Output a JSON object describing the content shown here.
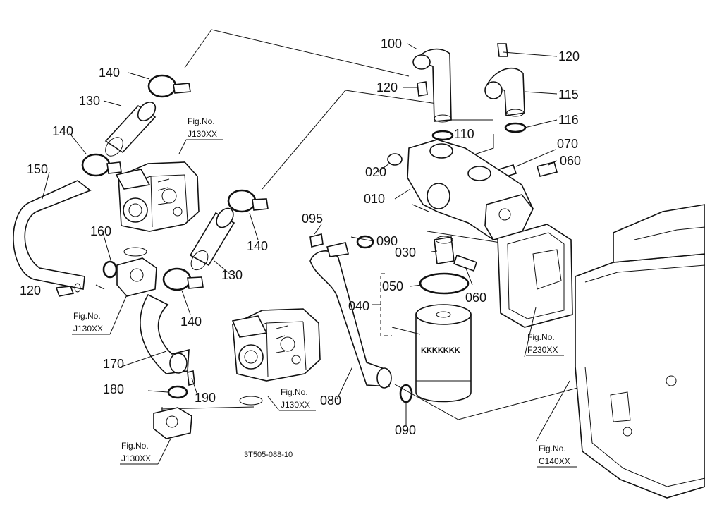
{
  "callouts": {
    "p010": "010",
    "p020": "020",
    "p030": "030",
    "p040": "040",
    "p050": "050",
    "p060a": "060",
    "p060b": "060",
    "p070": "070",
    "p080": "080",
    "p090a": "090",
    "p090b": "090",
    "p095": "095",
    "p100": "100",
    "p110": "110",
    "p115": "115",
    "p116": "116",
    "p120a": "120",
    "p120b": "120",
    "p120c": "120",
    "p130a": "130",
    "p130b": "130",
    "p140a": "140",
    "p140b": "140",
    "p140c": "140",
    "p140d": "140",
    "p150": "150",
    "p160": "160",
    "p170": "170",
    "p180": "180",
    "p190": "190"
  },
  "fig_refs": {
    "pump_top": {
      "label": "Fig.No.",
      "code": "J130XX"
    },
    "pump_bottom": {
      "label": "Fig.No.",
      "code": "J130XX"
    },
    "flange_left": {
      "label": "Fig.No.",
      "code": "J130XX"
    },
    "flange_bottom": {
      "label": "Fig.No.",
      "code": "J130XX"
    },
    "cover_plate": {
      "label": "Fig.No.",
      "code": "F230XX"
    },
    "housing": {
      "label": "Fig.No.",
      "code": "C140XX"
    }
  },
  "filter_text": "KKKKKKK",
  "drawing_code": "3T505-088-10"
}
